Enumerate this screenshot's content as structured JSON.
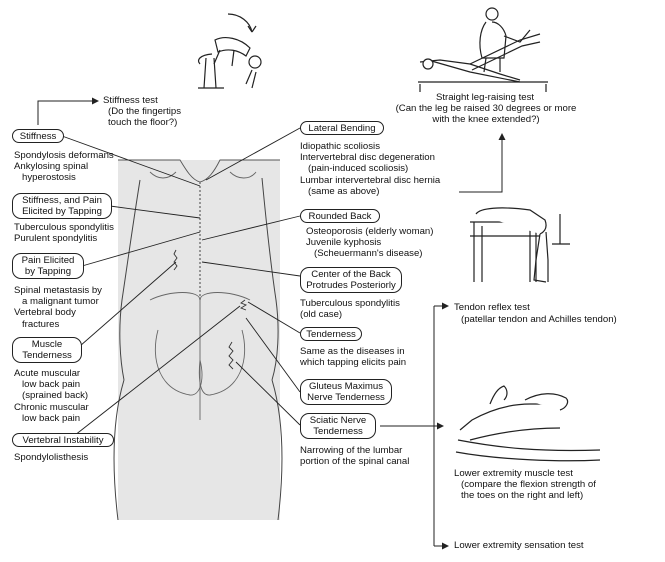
{
  "stiffness_test": {
    "title": "Stiffness test",
    "desc": "(Do the fingertips\ntouch the floor?)"
  },
  "straight_leg": {
    "title": "Straight leg-raising test",
    "desc": "(Can the leg be raised 30 degrees or more\nwith the knee extended?)"
  },
  "tendon_reflex": {
    "title": "Tendon reflex test",
    "desc": "(patellar tendon and Achilles tendon)"
  },
  "lower_muscle": {
    "title": "Lower extremity muscle test",
    "desc": "(compare the flexion strength of\nthe toes on the right and left)"
  },
  "lower_sensation": {
    "title": "Lower extremity sensation test"
  },
  "left_findings": [
    {
      "label": "Stiffness",
      "diseases": "Spondylosis deformans\nAnkylosing spinal\n   hyperostosis"
    },
    {
      "label": "Stiffness, and Pain\nElicited by Tapping",
      "diseases": "Tuberculous spondylitis\nPurulent spondylitis"
    },
    {
      "label": "Pain Elicited\nby Tapping",
      "diseases": "Spinal metastasis by\n   a malignant tumor\nVertebral body\n   fractures"
    },
    {
      "label": "Muscle\nTenderness",
      "diseases": "Acute muscular\n   low back pain\n   (sprained back)\nChronic muscular\n   low back pain"
    },
    {
      "label": "Vertebral Instability",
      "diseases": "Spondylolisthesis"
    }
  ],
  "right_findings": [
    {
      "label": "Lateral Bending",
      "diseases": "Idiopathic scoliosis\nIntervertebral disc degeneration\n   (pain-induced scoliosis)\nLumbar intervertebral disc hernia\n   (same as above)"
    },
    {
      "label": "Rounded Back",
      "diseases": "Osteoporosis (elderly woman)\nJuvenile kyphosis\n   (Scheuermann's disease)"
    },
    {
      "label": "Center of the Back\nProtrudes Posteriorly",
      "diseases": "Tuberculous spondylitis\n(old case)"
    },
    {
      "label": "Tenderness",
      "diseases": "Same as the diseases in\nwhich tapping elicits pain"
    },
    {
      "label": "Gluteus Maximus\nNerve Tenderness",
      "diseases": ""
    },
    {
      "label": "Sciatic Nerve\nTenderness",
      "diseases": "Narrowing of the lumbar\nportion of the spinal canal"
    }
  ],
  "colors": {
    "body_fill": "#e6e6e6",
    "line": "#222222",
    "box_border": "#222222"
  }
}
